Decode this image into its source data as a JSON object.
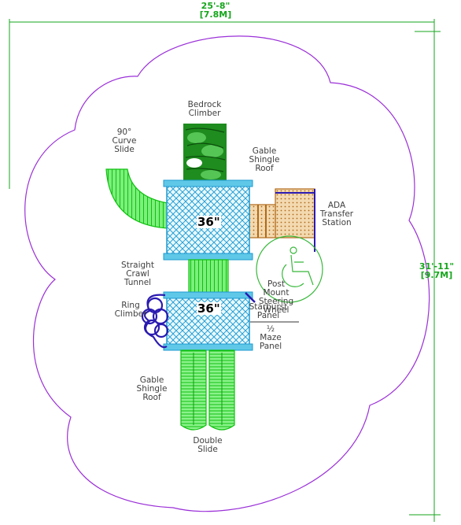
{
  "dimensions": {
    "width_ft": "25'-8\"",
    "width_m": "[7.8M]",
    "depth_ft": "31'-11\"",
    "depth_m": "[9.7M]"
  },
  "deck_heights": {
    "upper": "36\"",
    "lower": "36\""
  },
  "components": {
    "bedrock_climber": "Bedrock\nClimber",
    "curve_slide": "90°\nCurve\nSlide",
    "gable_roof_top": "Gable\nShingle\nRoof",
    "ada_transfer": "ADA\nTransfer\nStation",
    "crawl_tunnel": "Straight\nCrawl\nTunnel",
    "steering_wheel": "Post\nMount\nSteering\nWheel",
    "ring_climber": "Ring\nClimber",
    "starburst": "Starburst\nPanel",
    "maze": "½\nMaze\nPanel",
    "gable_roof_bottom": "Gable\nShingle\nRoof",
    "double_slide": "Double\nSlide"
  },
  "colors": {
    "boundary": "#9b30d8",
    "dimension": "#16a51c",
    "slide_green": "#2ee82e",
    "deck_blue": "#5fc8e8",
    "climber_green": "#1e8c1e",
    "ada_brown": "#b06a1a",
    "ring_blue": "#2a1ab0"
  }
}
